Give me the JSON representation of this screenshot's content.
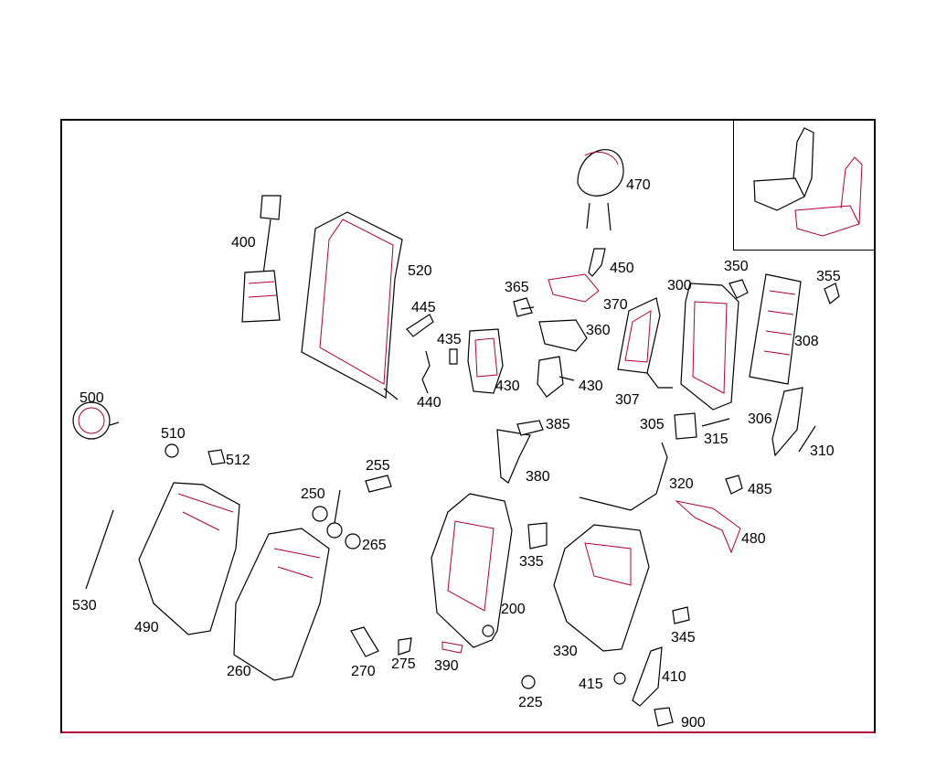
{
  "parts": [
    {
      "id": "p470",
      "label": "470"
    },
    {
      "id": "p400",
      "label": "400"
    },
    {
      "id": "p520",
      "label": "520"
    },
    {
      "id": "p450",
      "label": "450"
    },
    {
      "id": "p365",
      "label": "365"
    },
    {
      "id": "p370",
      "label": "370"
    },
    {
      "id": "p300",
      "label": "300"
    },
    {
      "id": "p350",
      "label": "350"
    },
    {
      "id": "p355",
      "label": "355"
    },
    {
      "id": "p445",
      "label": "445"
    },
    {
      "id": "p360",
      "label": "360"
    },
    {
      "id": "p435",
      "label": "435"
    },
    {
      "id": "p308",
      "label": "308"
    },
    {
      "id": "p430a",
      "label": "430"
    },
    {
      "id": "p430b",
      "label": "430"
    },
    {
      "id": "p440",
      "label": "440"
    },
    {
      "id": "p307",
      "label": "307"
    },
    {
      "id": "p500",
      "label": "500"
    },
    {
      "id": "p385",
      "label": "385"
    },
    {
      "id": "p305",
      "label": "305"
    },
    {
      "id": "p306",
      "label": "306"
    },
    {
      "id": "p510",
      "label": "510"
    },
    {
      "id": "p315",
      "label": "315"
    },
    {
      "id": "p310",
      "label": "310"
    },
    {
      "id": "p512",
      "label": "512"
    },
    {
      "id": "p255",
      "label": "255"
    },
    {
      "id": "p380",
      "label": "380"
    },
    {
      "id": "p320",
      "label": "320"
    },
    {
      "id": "p485",
      "label": "485"
    },
    {
      "id": "p250",
      "label": "250"
    },
    {
      "id": "p265",
      "label": "265"
    },
    {
      "id": "p480",
      "label": "480"
    },
    {
      "id": "p335",
      "label": "335"
    },
    {
      "id": "p530",
      "label": "530"
    },
    {
      "id": "p200",
      "label": "200"
    },
    {
      "id": "p490",
      "label": "490"
    },
    {
      "id": "p345",
      "label": "345"
    },
    {
      "id": "p330",
      "label": "330"
    },
    {
      "id": "p275",
      "label": "275"
    },
    {
      "id": "p390",
      "label": "390"
    },
    {
      "id": "p410",
      "label": "410"
    },
    {
      "id": "p260",
      "label": "260"
    },
    {
      "id": "p270",
      "label": "270"
    },
    {
      "id": "p415",
      "label": "415"
    },
    {
      "id": "p225",
      "label": "225"
    },
    {
      "id": "p900",
      "label": "900"
    }
  ],
  "colors": {
    "line": "#000000",
    "accent": "#b0003a"
  }
}
